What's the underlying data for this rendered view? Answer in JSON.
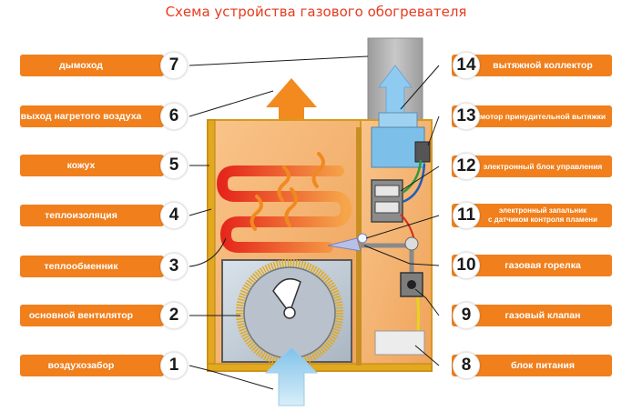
{
  "title": "Схема устройства газового обогревателя",
  "left_labels": [
    {
      "num": "7",
      "text": "дымоход"
    },
    {
      "num": "6",
      "text": "выход нагретого воздуха"
    },
    {
      "num": "5",
      "text": "кожух"
    },
    {
      "num": "4",
      "text": "теплоизоляция"
    },
    {
      "num": "3",
      "text": "теплообменник"
    },
    {
      "num": "2",
      "text": "основной вентилятор"
    },
    {
      "num": "1",
      "text": "воздухозабор"
    }
  ],
  "right_labels": [
    {
      "num": "14",
      "text": "вытяжной коллектор"
    },
    {
      "num": "13",
      "text": "мотор принудительной вытяжки"
    },
    {
      "num": "12",
      "text": "электронный блок управления"
    },
    {
      "num": "11",
      "line1": "электронный запальник",
      "line2": "с датчиком контроля пламени"
    },
    {
      "num": "10",
      "text": "газовая горелка"
    },
    {
      "num": "9",
      "text": "газовый клапан"
    },
    {
      "num": "8",
      "text": "блок питания"
    }
  ],
  "colors": {
    "title": "#e83a1e",
    "label_bg": "#f07f1c",
    "housing": "#f6b874",
    "housing_border": "#d79a1f",
    "exchanger": "#e83a1e",
    "flow_arrow": "#f07f1c",
    "cold_arrow": "#a8d8f0",
    "chimney": "#b0b0b0"
  }
}
